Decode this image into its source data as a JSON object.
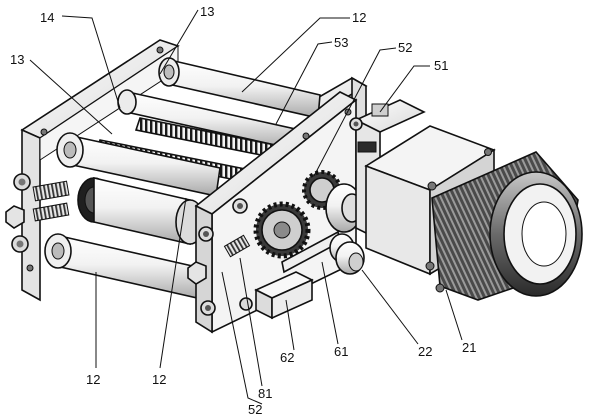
{
  "labels": {
    "l14": "14",
    "l13_top": "13",
    "l12_top": "12",
    "l53": "53",
    "l52_top": "52",
    "l51": "51",
    "l13_left": "13",
    "l12_bot_left": "12",
    "l12_bot_mid": "12",
    "l81": "81",
    "l52_bot": "52",
    "l62": "62",
    "l61": "61",
    "l22": "22",
    "l21": "21"
  }
}
